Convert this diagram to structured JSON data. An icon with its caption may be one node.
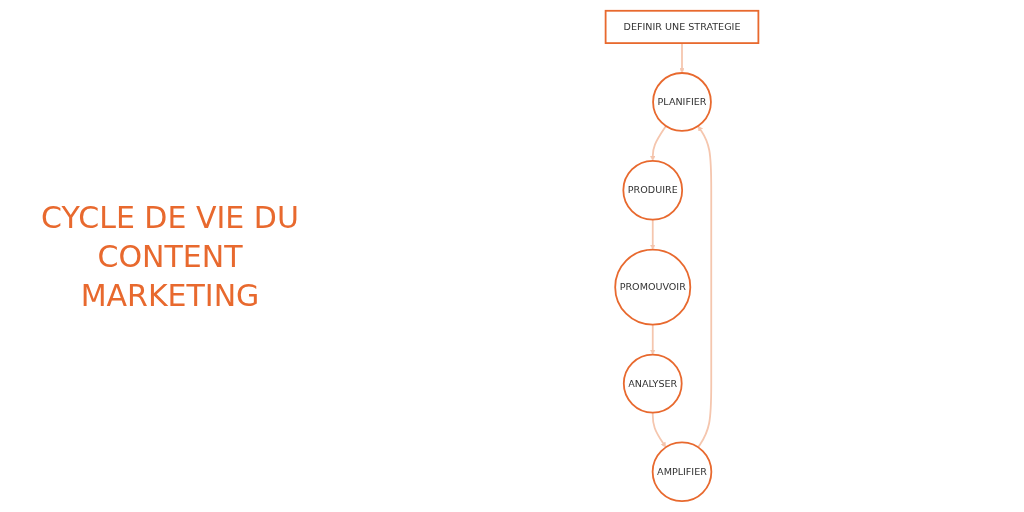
{
  "diagram": {
    "title": "CYCLE DE VIE DU CONTENT MARKETING",
    "nodes": [
      {
        "text": [
          "DEFINIR UNE STRATEGIE"
        ]
      },
      {
        "text": [
          "PLANIFIER"
        ]
      },
      {
        "text": [
          "PRODUIRE"
        ]
      },
      {
        "text": [
          "PROMOUVOIR"
        ]
      },
      {
        "text": [
          "ANALYSER"
        ]
      },
      {
        "text": [
          "AMPLIFIER"
        ]
      }
    ],
    "edges": [
      {
        "from": 0,
        "to": 1,
        "arrow": "to"
      },
      {
        "from": 1,
        "to": 2,
        "arrow": "to"
      },
      {
        "from": 2,
        "to": 3,
        "arrow": "to"
      },
      {
        "from": 3,
        "to": 4,
        "arrow": "to"
      },
      {
        "from": 4,
        "to": 5,
        "arrow": "to"
      },
      {
        "from": 5,
        "to": 1,
        "arrow": "to"
      }
    ]
  }
}
